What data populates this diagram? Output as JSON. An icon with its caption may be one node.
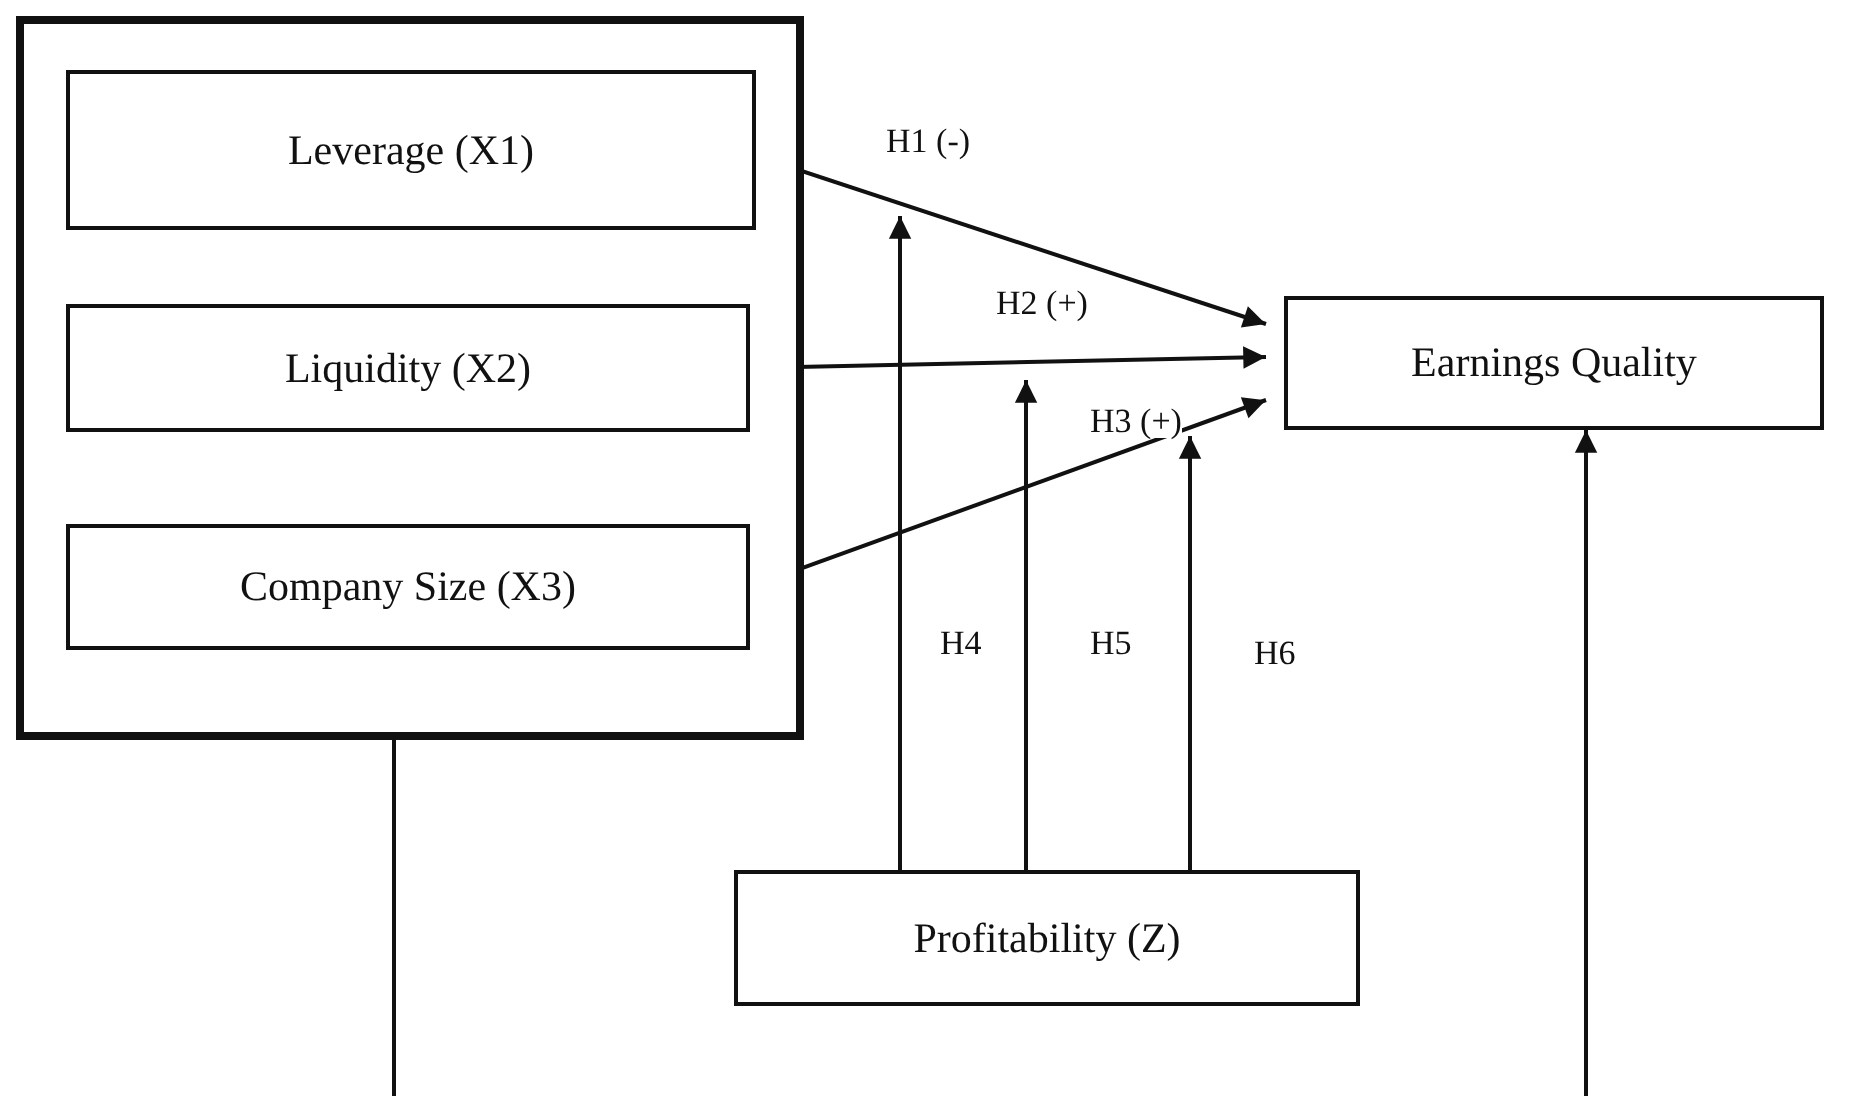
{
  "diagram": {
    "nodes": [
      {
        "text": [],
        "shape": "box"
      },
      {
        "text": [
          "Leverage (X1)"
        ],
        "in": 0
      },
      {
        "text": [
          "Liquidity (X2)"
        ],
        "in": 0
      },
      {
        "text": [
          "Company Size (X3)"
        ],
        "in": 0
      },
      {
        "text": [
          "Earnings Quality"
        ]
      },
      {
        "text": [
          "Profitability (Z)"
        ]
      }
    ],
    "edges": [
      {
        "from": 1,
        "to": 4,
        "arrow": "to",
        "label": "H1 (-)"
      },
      {
        "from": 2,
        "to": 4,
        "arrow": "to",
        "label": "H2 (+)"
      },
      {
        "from": 3,
        "to": 4,
        "arrow": "to",
        "label": "H3 (+)"
      },
      {
        "from": 5,
        "to": null,
        "arrow": "to"
      },
      {
        "from": 5,
        "to": null,
        "arrow": "to"
      },
      {
        "from": 5,
        "to": null,
        "arrow": "to"
      },
      {
        "from": 0,
        "to": 4,
        "arrow": "to"
      }
    ],
    "labels": [
      "H4",
      "H5",
      "H6"
    ]
  }
}
